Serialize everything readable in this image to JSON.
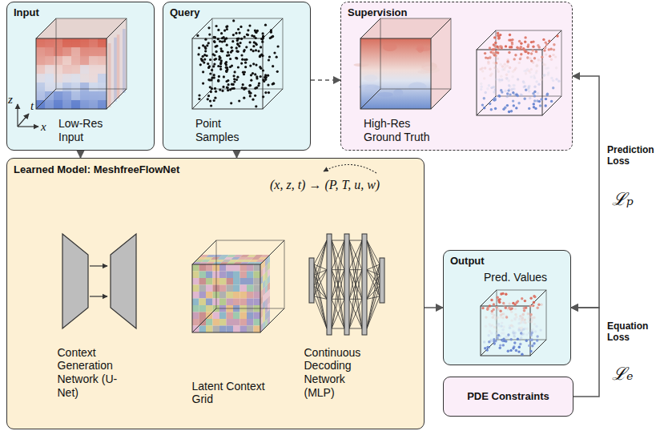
{
  "diagram": {
    "nodes": [
      {
        "text": [
          "Input",
          "Low-Res Input"
        ]
      },
      {
        "text": [
          "Query",
          "Point Samples"
        ]
      },
      {
        "text": [
          "Supervision",
          "High-Res Ground Truth"
        ]
      },
      {
        "text": [
          "Learned Model: MeshfreeFlowNet",
          "(x, z, t) → (P, T, u, w)"
        ]
      },
      {
        "text": [
          "Context Generation Network (U-Net)"
        ],
        "in": 3
      },
      {
        "text": [
          "Latent Context Grid"
        ],
        "in": 3
      },
      {
        "text": [
          "Continuous Decoding Network (MLP)"
        ],
        "in": 3
      },
      {
        "text": [
          "Output",
          "Pred. Values"
        ]
      },
      {
        "text": [
          "PDE Constraints"
        ]
      }
    ],
    "edges": [
      {
        "from": 0,
        "to": 3,
        "arrow": "to"
      },
      {
        "from": 1,
        "to": 3,
        "arrow": "to"
      },
      {
        "from": 1,
        "to": 2,
        "arrow": "to"
      },
      {
        "from": 3,
        "to": 7,
        "arrow": "to"
      },
      {
        "from": 7,
        "to": 2,
        "label": "Prediction Loss",
        "arrow": "both"
      },
      {
        "from": 8,
        "to": 7,
        "label": "Equation Loss",
        "arrow": "to"
      }
    ],
    "labels": [
      "z",
      "t",
      "x",
      "ℒₚ",
      "ℒₑ"
    ]
  }
}
